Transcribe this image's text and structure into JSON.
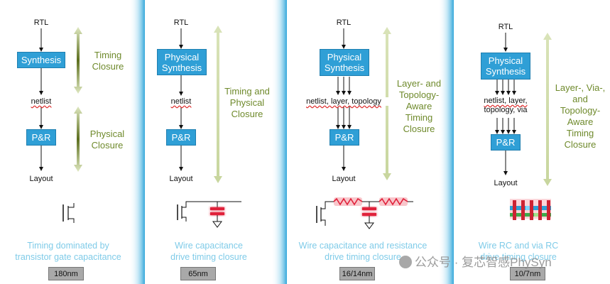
{
  "panels": [
    {
      "top": "RTL",
      "box1": [
        "Synthesis"
      ],
      "mid": "netlist",
      "box2": "P&R",
      "bottom": "Layout",
      "closures": [
        [
          "Timing",
          "Closure"
        ],
        [
          "Physical",
          "Closure"
        ]
      ],
      "caption": [
        "Timing dominated by",
        "transistor gate capacitance"
      ],
      "node": "180nm"
    },
    {
      "top": "RTL",
      "box1": [
        "Physical",
        "Synthesis"
      ],
      "mid": "netlist",
      "box2": "P&R",
      "bottom": "Layout",
      "closures": [
        [
          "Timing and",
          "Physical",
          "Closure"
        ]
      ],
      "caption": [
        "Wire capacitance",
        "drive timing closure"
      ],
      "node": "65nm"
    },
    {
      "top": "RTL",
      "box1": [
        "Physical",
        "Synthesis"
      ],
      "mid": "netlist, layer, topology",
      "box2": "P&R",
      "bottom": "Layout",
      "closures": [
        [
          "Layer- and",
          "Topology-",
          "Aware",
          "Timing",
          "Closure"
        ]
      ],
      "caption": [
        "Wire capacitance and resistance",
        "drive timing closure"
      ],
      "node": "16/14nm"
    },
    {
      "top": "RTL",
      "box1": [
        "Physical",
        "Synthesis"
      ],
      "mid": [
        "netlist, layer,",
        "topology, via"
      ],
      "box2": "P&R",
      "bottom": "Layout",
      "closures": [
        [
          "Layer-, Via-,",
          "and",
          "Topology-",
          "Aware",
          "Timing",
          "Closure"
        ]
      ],
      "caption": [
        "Wire RC and via RC",
        "drive timing closure"
      ],
      "node": "10/7nm"
    }
  ],
  "watermark": "公众号 · 复芯智感PhySyn",
  "colors": {
    "box": "#2f9fd6",
    "closure_text": "#6f8a2c",
    "caption_text": "#7fcbe8",
    "node_badge": "#a9a9a9",
    "separator": "#4fb3df",
    "parasitic": "#e0203a"
  }
}
